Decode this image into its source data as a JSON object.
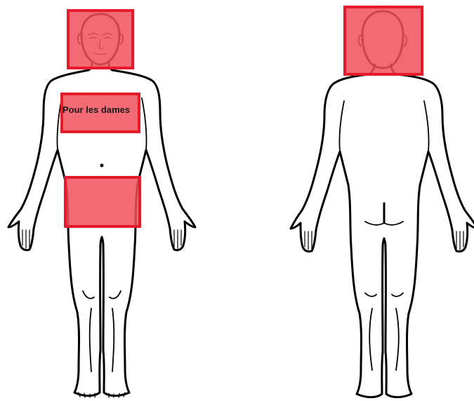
{
  "colors": {
    "zone_fill": "#f0505c",
    "zone_stroke": "#e31b2a",
    "outline": "#000000"
  },
  "figures": {
    "front": {
      "zones": [
        {
          "id": "face",
          "label": ""
        },
        {
          "id": "chest",
          "label": "Pour les dames"
        },
        {
          "id": "pelvis",
          "label": ""
        }
      ]
    },
    "back": {
      "zones": [
        {
          "id": "head-back",
          "label": ""
        }
      ]
    }
  }
}
